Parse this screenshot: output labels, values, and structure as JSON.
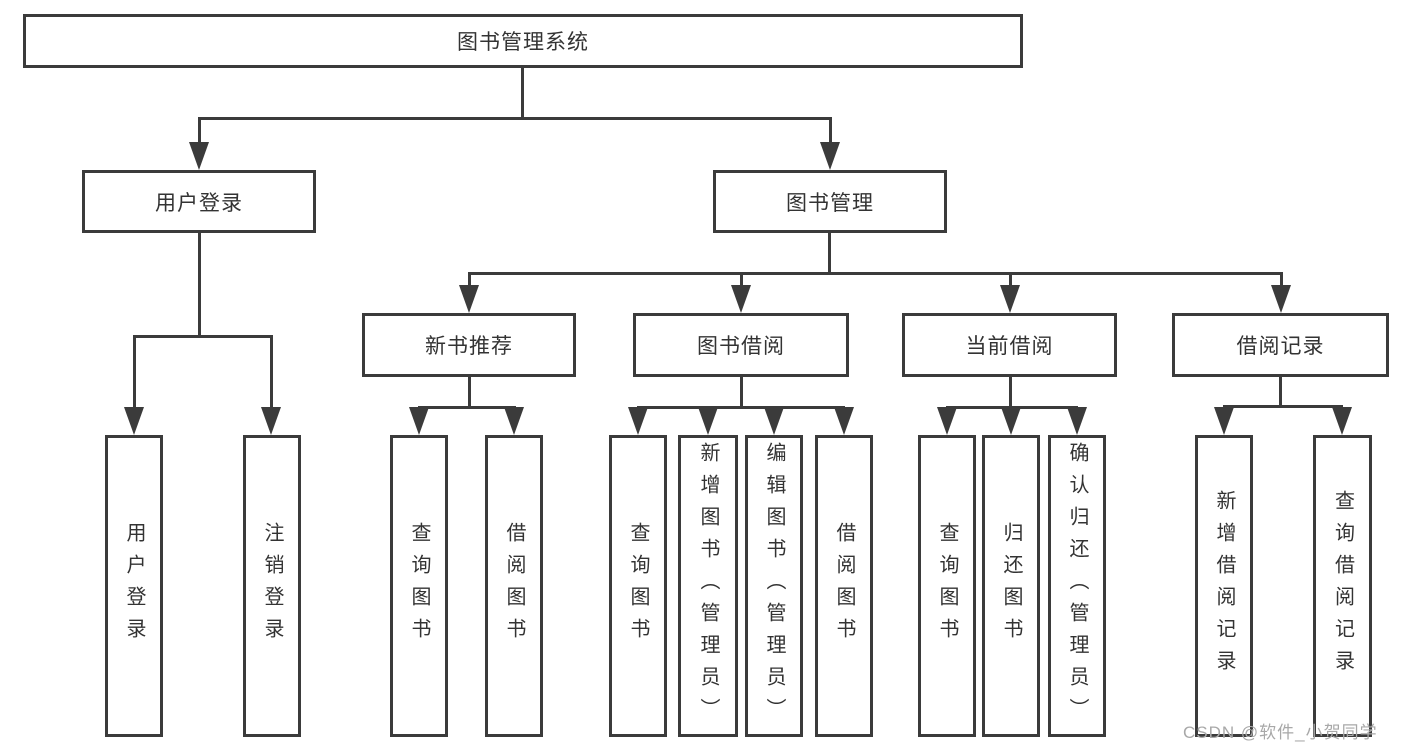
{
  "nodes": {
    "root": {
      "label": "图书管理系统"
    },
    "user_login": {
      "label": "用户登录"
    },
    "book_management": {
      "label": "图书管理"
    },
    "new_book_recommend": {
      "label": "新书推荐"
    },
    "book_borrow": {
      "label": "图书借阅"
    },
    "current_borrow": {
      "label": "当前借阅"
    },
    "borrow_records": {
      "label": "借阅记录"
    },
    "leaves": {
      "user_login": {
        "label": "用户登录"
      },
      "logout": {
        "label": "注销登录"
      },
      "rec_query_books": {
        "label": "查询图书"
      },
      "rec_borrow_books": {
        "label": "借阅图书"
      },
      "bb_query_books": {
        "label": "查询图书"
      },
      "bb_add_books_admin": {
        "label": "新增图书（管理员）"
      },
      "bb_edit_books_admin": {
        "label": "编辑图书（管理员）"
      },
      "bb_borrow_books": {
        "label": "借阅图书"
      },
      "cb_query_books": {
        "label": "查询图书"
      },
      "cb_return_books": {
        "label": "归还图书"
      },
      "cb_confirm_return_admin": {
        "label": "确认归还（管理员）"
      },
      "br_add_record": {
        "label": "新增借阅记录"
      },
      "br_query_record": {
        "label": "查询借阅记录"
      }
    }
  },
  "watermark": {
    "text": "CSDN @软件_小贺同学"
  },
  "colors": {
    "line": "#3b3b3b",
    "text": "#333333",
    "watermark": "#a8a8a8",
    "background": "#ffffff"
  }
}
